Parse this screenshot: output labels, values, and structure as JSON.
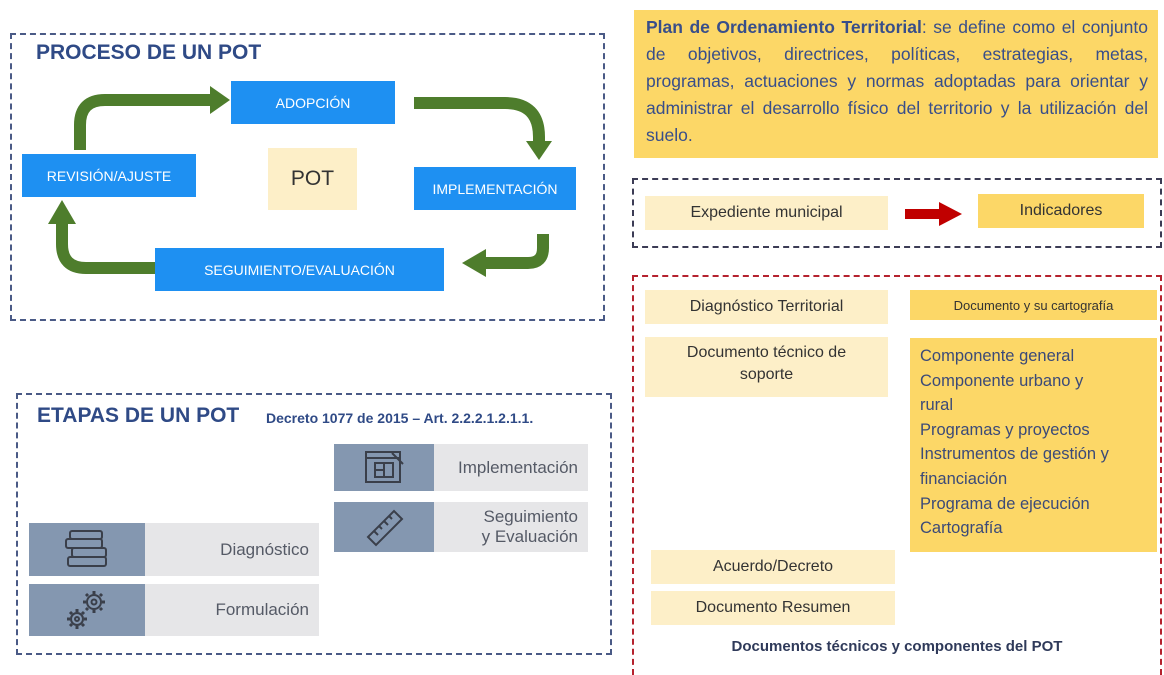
{
  "proceso": {
    "title": "PROCESO DE UN POT",
    "adopcion": "ADOPCIÓN",
    "implementacion": "IMPLEMENTACIÓN",
    "seguimiento": "SEGUIMIENTO/EVALUACIÓN",
    "revision": "REVISIÓN/AJUSTE",
    "center": "POT"
  },
  "etapas": {
    "title": "ETAPAS DE UN POT",
    "decree": "Decreto 1077 de 2015 – Art. 2.2.2.1.2.1.1.",
    "items": [
      {
        "label": "Implementación",
        "icon": "blueprint-icon"
      },
      {
        "label_line1": "Seguimiento",
        "label_line2": "y Evaluación",
        "icon": "ruler-icon"
      },
      {
        "label": "Diagnóstico",
        "icon": "books-icon"
      },
      {
        "label": "Formulación",
        "icon": "gears-icon"
      }
    ]
  },
  "definition": {
    "term": "Plan de Ordenamiento Territorial",
    "text": ": se define como el conjunto de objetivos, directrices, políticas, estrategias, metas, programas, actuaciones y normas adoptadas para orientar y administrar el desarrollo físico del territorio y la utilización del suelo."
  },
  "expediente": {
    "left": "Expediente municipal",
    "right": "Indicadores"
  },
  "documentos": {
    "diagnostico": "Diagnóstico Territorial",
    "diagnostico_detail": "Documento y su cartografía",
    "tecnico_line1": "Documento técnico de",
    "tecnico_line2": "soporte",
    "components": [
      "Componente general",
      "Componente urbano y",
      "rural",
      "Programas y proyectos",
      "Instrumentos de gestión y",
      "financiación",
      "Programa de ejecución",
      "Cartografía"
    ],
    "acuerdo": "Acuerdo/Decreto",
    "resumen": "Documento Resumen",
    "caption": "Documentos técnicos y componentes del POT"
  },
  "colors": {
    "process_blue": "#1e90f2",
    "arrow_green": "#4e7d2c",
    "arrow_red": "#c00000",
    "light_yellow": "#fdefc8",
    "gold": "#fcd767",
    "heading_blue": "#2f4a86"
  }
}
